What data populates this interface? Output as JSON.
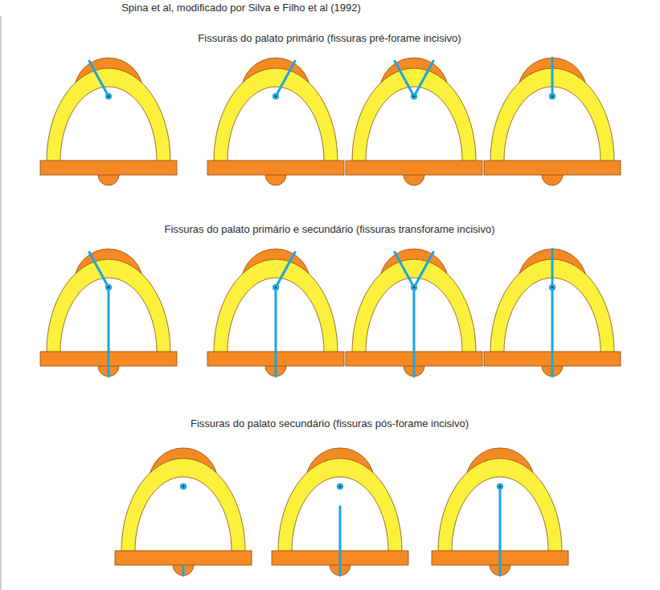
{
  "diagram": {
    "labels": [
      "Spina et al, modificado por Silva e Filho et al (1992)",
      "Fissuras do palato primário (fissuras pré-forame incisivo)",
      "Fissuras do palato primário e secundário (fissuras transforame incisivo)",
      "Fissuras do palato secundário (fissuras pós-forame incisivo)"
    ]
  }
}
